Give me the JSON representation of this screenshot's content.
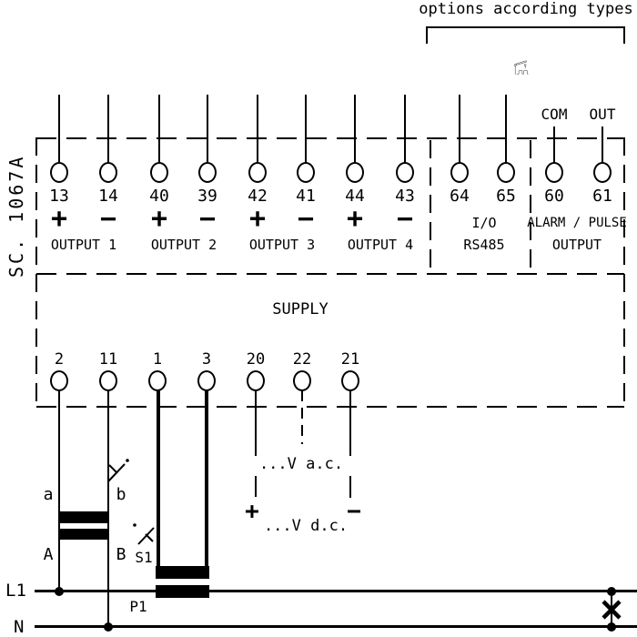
{
  "note": "options according types",
  "model": "SC. 1067A",
  "relay": {
    "com": "COM",
    "out": "OUT"
  },
  "terminals_top": [
    {
      "number": "13",
      "sign": "+"
    },
    {
      "number": "14",
      "sign": "−"
    },
    {
      "number": "40",
      "sign": "+"
    },
    {
      "number": "39",
      "sign": "−"
    },
    {
      "number": "42",
      "sign": "+"
    },
    {
      "number": "41",
      "sign": "−"
    },
    {
      "number": "44",
      "sign": "+"
    },
    {
      "number": "43",
      "sign": "−"
    },
    {
      "number": "64"
    },
    {
      "number": "65"
    },
    {
      "number": "60"
    },
    {
      "number": "61"
    }
  ],
  "groups": {
    "output1": "OUTPUT 1",
    "output2": "OUTPUT 2",
    "output3": "OUTPUT 3",
    "output4": "OUTPUT 4",
    "io_line1": "I/O",
    "io_line2": "RS485",
    "alarm_line1": "ALARM / PULSE",
    "alarm_line2": "OUTPUT"
  },
  "supply": {
    "label": "SUPPLY",
    "terminals": [
      "2",
      "11",
      "1",
      "3",
      "20",
      "22",
      "21"
    ],
    "ac_label": "...V a.c.",
    "dc_label": "...V d.c.",
    "dc_plus": "+",
    "dc_minus": "−"
  },
  "transformer": {
    "a": "a",
    "b": "b",
    "A": "A",
    "B": "B",
    "s1": "S1",
    "p1": "P1"
  },
  "mains": {
    "l1": "L1",
    "n": "N"
  }
}
